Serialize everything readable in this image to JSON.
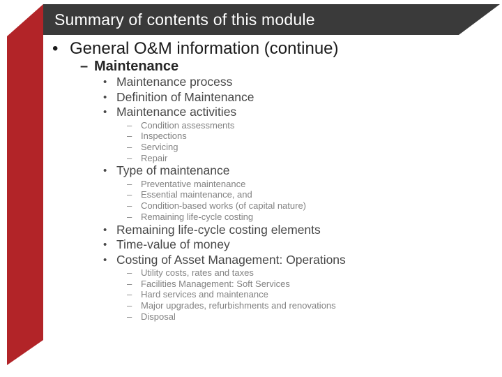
{
  "slide": {
    "title": "Summary of contents of this module",
    "colors": {
      "ribbon_red": "#b22428",
      "banner_dark": "#3a3a3a",
      "title_text": "#ffffff",
      "level1_text": "#1a1a1a",
      "level2_text": "#262626",
      "level3_text": "#474747",
      "level4_text": "#828282"
    },
    "bullets": {
      "dot": "•",
      "dash": "–"
    },
    "outline": [
      {
        "level": 1,
        "text": "General O&M information (continue)"
      },
      {
        "level": 2,
        "text": "Maintenance"
      },
      {
        "level": 3,
        "text": "Maintenance process"
      },
      {
        "level": 3,
        "text": "Definition of Maintenance"
      },
      {
        "level": 3,
        "text": "Maintenance activities"
      },
      {
        "level": 4,
        "text": "Condition assessments"
      },
      {
        "level": 4,
        "text": "Inspections"
      },
      {
        "level": 4,
        "text": "Servicing"
      },
      {
        "level": 4,
        "text": "Repair"
      },
      {
        "level": 3,
        "text": "Type of maintenance"
      },
      {
        "level": 4,
        "text": "Preventative maintenance"
      },
      {
        "level": 4,
        "text": "Essential maintenance, and"
      },
      {
        "level": 4,
        "text": "Condition-based works (of capital nature)"
      },
      {
        "level": 4,
        "text": "Remaining life-cycle costing"
      },
      {
        "level": 3,
        "text": "Remaining life-cycle costing elements"
      },
      {
        "level": 3,
        "text": "Time-value of money"
      },
      {
        "level": 3,
        "text": "Costing of Asset Management: Operations"
      },
      {
        "level": 4,
        "text": "Utility costs, rates and taxes"
      },
      {
        "level": 4,
        "text": "Facilities Management: Soft Services"
      },
      {
        "level": 4,
        "text": "Hard services and maintenance"
      },
      {
        "level": 4,
        "text": "Major upgrades, refurbishments and renovations"
      },
      {
        "level": 4,
        "text": "Disposal"
      }
    ]
  }
}
